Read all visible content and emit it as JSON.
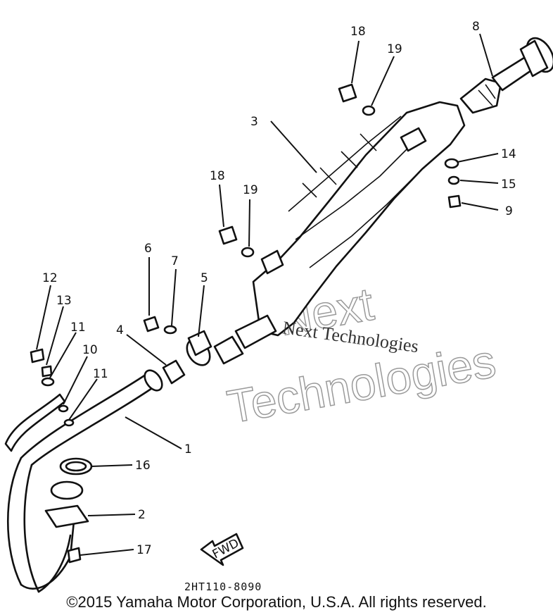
{
  "callouts": {
    "c1": "1",
    "c2": "2",
    "c3": "3",
    "c4": "4",
    "c5": "5",
    "c6": "6",
    "c7": "7",
    "c8": "8",
    "c9": "9",
    "c10": "10",
    "c11a": "11",
    "c11b": "11",
    "c12": "12",
    "c13": "13",
    "c14": "14",
    "c15": "15",
    "c16": "16",
    "c17": "17",
    "c18a": "18",
    "c18b": "18",
    "c19a": "19",
    "c19b": "19"
  },
  "fwd_label": "FWD",
  "ref_code": "2HT110-8090",
  "watermark": {
    "line1": "Next",
    "line2": "Technologies",
    "overlay": "Next Technologies"
  },
  "copyright": "©2015 Yamaha Motor Corporation, U.S.A. All rights reserved."
}
